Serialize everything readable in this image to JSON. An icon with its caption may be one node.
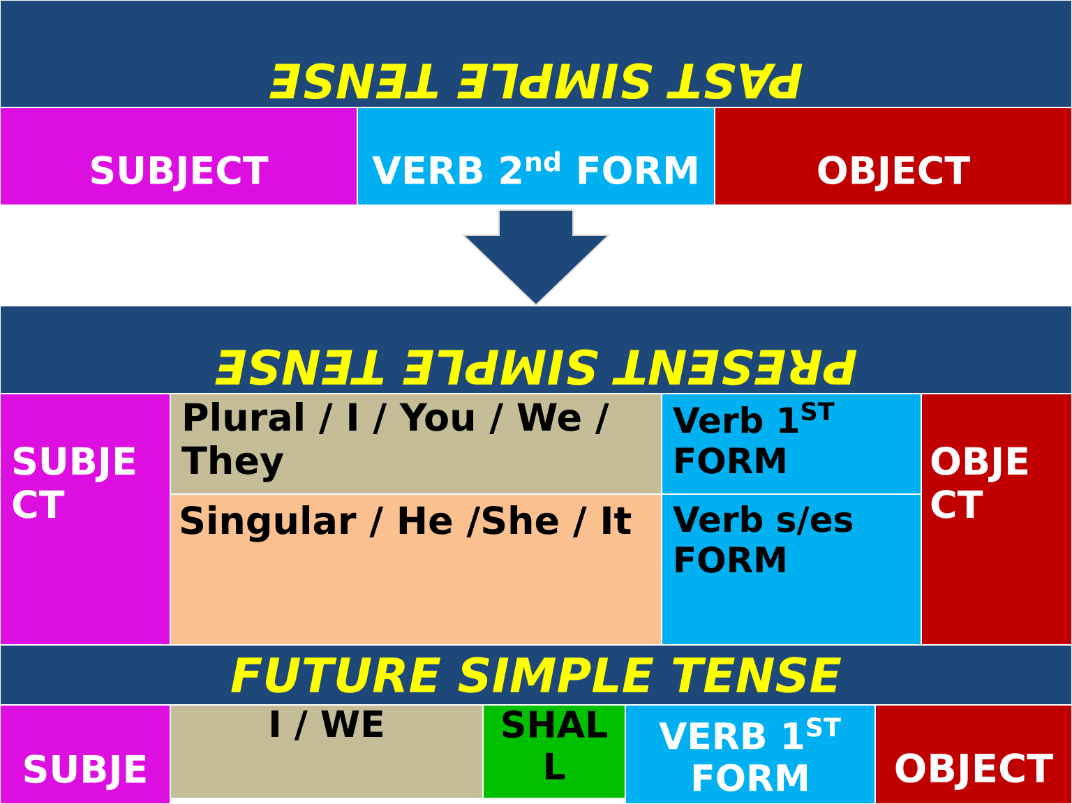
{
  "diagram": {
    "nodes": [
      {
        "text": [
          "PAST SIMPLE TENSE"
        ]
      },
      {
        "text": [
          "SUBJECT"
        ]
      },
      {
        "text": [
          "VERB 2$^{nd}$ FORM"
        ]
      },
      {
        "text": [
          "OBJECT"
        ]
      },
      {
        "text": [
          "PRESENT SIMPLE TENSE"
        ]
      },
      {
        "text": [
          "SUBJE CT"
        ]
      },
      {
        "text": [
          "Plural / I / You / We / They"
        ]
      },
      {
        "text": [
          "Verb 1$^{ST}$ FORM"
        ]
      },
      {
        "text": [
          "Singular / He /She / It"
        ]
      },
      {
        "text": [
          "Verb s/es FORM"
        ]
      },
      {
        "text": [
          "OBJE CT"
        ]
      },
      {
        "text": [
          "FUTURE SIMPLE TENSE"
        ]
      },
      {
        "text": [
          "SUBJE"
        ]
      },
      {
        "text": [
          "I / WE"
        ]
      },
      {
        "text": [
          "SHAL L"
        ]
      },
      {
        "text": [
          "VERB 1$^{ST}$ FORM"
        ]
      },
      {
        "text": [
          "OBJECT"
        ]
      }
    ],
    "edges": [
      {
        "from": 2,
        "to": 4,
        "arrow": "to"
      }
    ]
  }
}
